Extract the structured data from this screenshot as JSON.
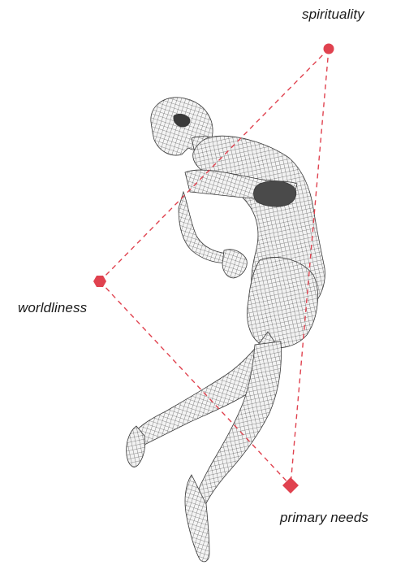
{
  "accent_color": "#e0424f",
  "figure_color": "#3a3a3a",
  "nodes": {
    "top": {
      "label": "spirituality",
      "shape": "circle"
    },
    "left": {
      "label": "worldliness",
      "shape": "hexagon"
    },
    "bottom": {
      "label": "primary needs",
      "shape": "diamond"
    }
  }
}
